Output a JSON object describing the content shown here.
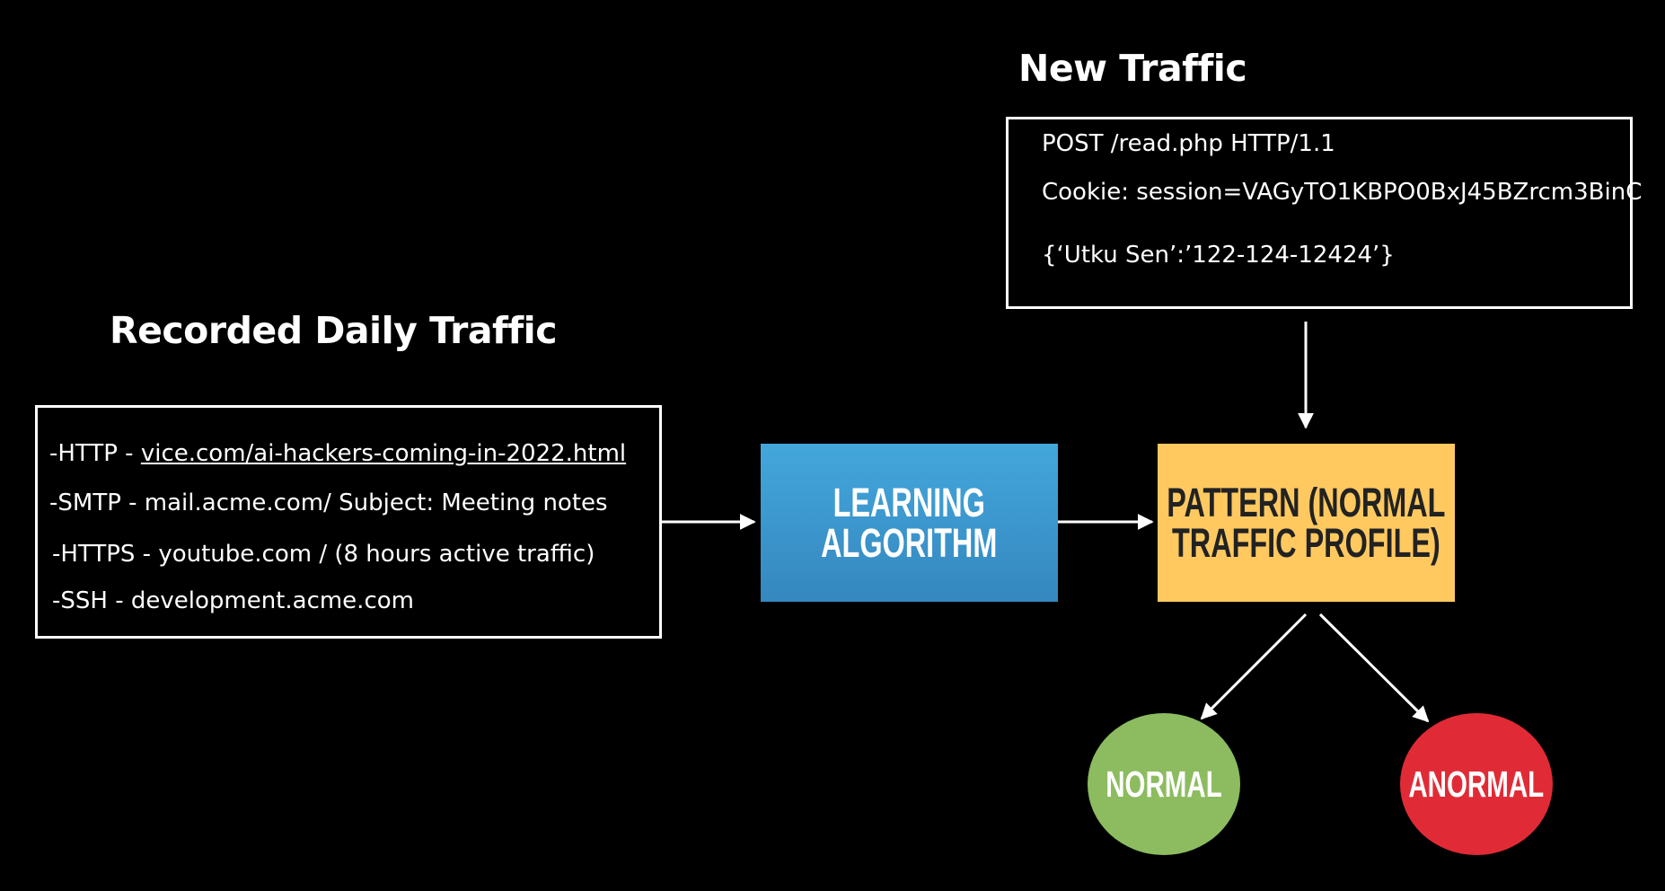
{
  "new_traffic": {
    "title": "New Traffic",
    "lines": [
      "POST /read.php HTTP/1.1",
      "Cookie: session=VAGyTO1KBPO0BxJ45BZrcm3BinC",
      "{‘Utku Sen’:’122-124-12424’}"
    ]
  },
  "recorded_traffic": {
    "title": "Recorded Daily Traffic",
    "lines": [
      {
        "prefix": "-HTTP - ",
        "link": "vice.com/ai-hackers-coming-in-2022.html"
      },
      {
        "text": "-SMTP - mail.acme.com/ Subject: Meeting notes"
      },
      {
        "text": "-HTTPS - youtube.com / (8 hours active traffic)"
      },
      {
        "text": "-SSH - development.acme.com"
      }
    ]
  },
  "learning_algorithm": {
    "line1": "LEARNING",
    "line2": "ALGORITHM"
  },
  "pattern": {
    "line1": "PATTERN (NORMAL",
    "line2": "TRAFFIC PROFILE)"
  },
  "outcomes": {
    "normal": "NORMAL",
    "anormal": "ANORMAL"
  },
  "colors": {
    "background": "#000000",
    "learning_top": "#43a7dc",
    "learning_bottom": "#3587bf",
    "pattern": "#ffc960",
    "normal": "#8cbc5f",
    "anormal": "#e02b36",
    "stroke": "#ffffff"
  }
}
